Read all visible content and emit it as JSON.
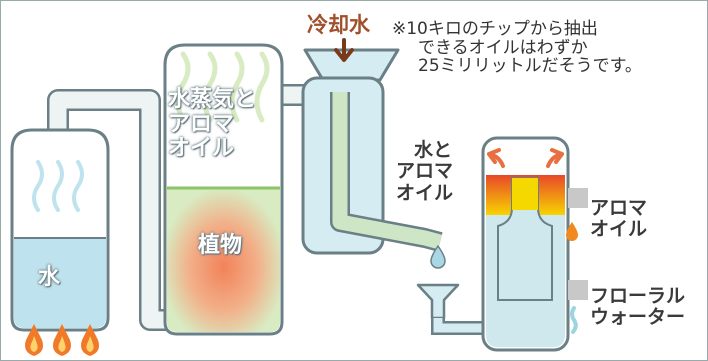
{
  "labels": {
    "cooling_water": "冷却水",
    "water": "水",
    "steam_and_oil": [
      "水蒸気と",
      "アロマ",
      "オイル"
    ],
    "plant": "植物",
    "water_and_oil": [
      "水と",
      "アロマ",
      "オイル"
    ],
    "aroma_oil": [
      "アロマ",
      "オイル"
    ],
    "floral_water": [
      "フローラル",
      "ウォーター"
    ]
  },
  "note": [
    "※10キロのチップから抽出",
    "できるオイルはわずか",
    "25ミリリットルだそうです。"
  ],
  "colors": {
    "outline": "#6a7f86",
    "tank_fill": "#ffffff",
    "water_blue": "#bfe3ee",
    "plant_green": "#d8ebc2",
    "plant_glow": "#f08f6a",
    "pipe_fill": "#eef4f4",
    "condenser_fill": "#d5ecf3",
    "separator_fill": "#cfe8ee",
    "green_pipe": "#cfe6c6",
    "flame": "#f07a2a",
    "oil_yellow": "#f5d800",
    "oil_red": "#e84a2a",
    "arrow_orange": "#e87040",
    "cooling_arrow": "#7a3a1a"
  }
}
